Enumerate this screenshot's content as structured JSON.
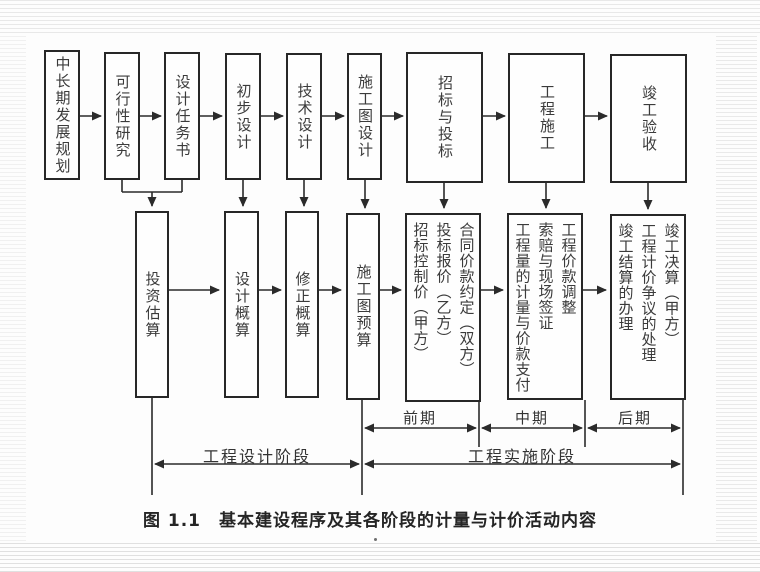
{
  "diagram": {
    "top_row": [
      {
        "label": "中长期发展规划"
      },
      {
        "label": "可行性研究"
      },
      {
        "label": "设计任务书"
      },
      {
        "label": "初步设计"
      },
      {
        "label": "技术设计"
      },
      {
        "label": "施工图设计"
      },
      {
        "label": "招标与投标"
      },
      {
        "label": "工程施工"
      },
      {
        "label": "竣工验收"
      }
    ],
    "bottom_row": [
      {
        "label": "投资估算"
      },
      {
        "label": "设计概算"
      },
      {
        "label": "修正概算"
      },
      {
        "label": "施工图预算"
      },
      {
        "label": "合同价款约定（双方）\n投标报价（乙方）\n招标控制价（甲方）"
      },
      {
        "label": "工程价款调整\n索赔与现场签证\n工程量的计量与价款支付"
      },
      {
        "label": "竣工决算（甲方）\n工程计价争议的处理\n竣工结算的办理"
      }
    ],
    "phases": [
      {
        "label": "前期"
      },
      {
        "label": "中期"
      },
      {
        "label": "后期"
      }
    ],
    "stages": [
      {
        "label": "工程设计阶段"
      },
      {
        "label": "工程实施阶段"
      }
    ],
    "caption": "图 1.1　基本建设程序及其各阶段的计量与计价活动内容"
  },
  "colors": {
    "line": "#2b2b2b",
    "text": "#3a3a3a",
    "background": "#fdfdfd"
  }
}
